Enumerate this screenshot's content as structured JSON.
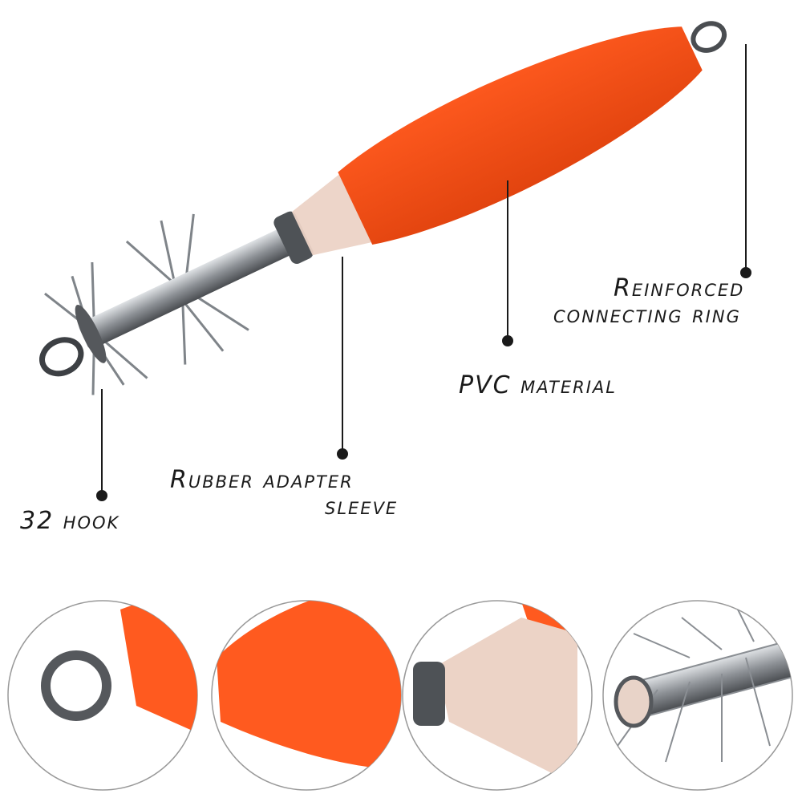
{
  "labels": {
    "ring_line1": "Reinforced",
    "ring_line2": "connecting ring",
    "pvc": "PVC material",
    "rubber_line1": "Rubber adapter",
    "rubber_line2": "sleeve",
    "hook": "32 hook"
  },
  "colors": {
    "body": "#ff5a1f",
    "metal": "#9a9ea3",
    "sleeve": "#e9cfc2",
    "line": "#1a1a1a"
  },
  "detail_circles": [
    "connecting-ring-closeup",
    "pvc-body-closeup",
    "rubber-sleeve-closeup",
    "hook-closeup"
  ]
}
